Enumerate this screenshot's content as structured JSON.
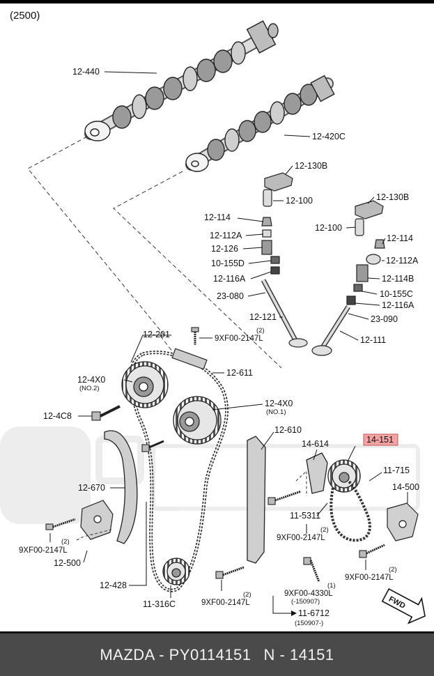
{
  "header": {
    "variant": "(2500)"
  },
  "parts": {
    "camshaft_exhaust": "12-440",
    "camshaft_intake": "12-420C",
    "rocker_arm_a": "12-130B",
    "rocker_arm_b": "12-130B",
    "lash_adjuster_a": "12-100",
    "lash_adjuster_b": "12-100",
    "valve_stem_seal_a": "12-114",
    "valve_stem_seal_b": "12-114",
    "spring_seat_upper_a": "12-112A",
    "spring_seat_upper_b": "12-112A",
    "valve_spring": "12-126",
    "valve_spring_b": "12-114B",
    "valve_keeper_a": "10-155D",
    "valve_keeper_b": "10-155C",
    "spring_seat_lower_a": "12-116A",
    "spring_seat_lower_b": "12-116A",
    "valve_exhaust": "23-080",
    "valve_exhaust_b": "23-090",
    "valve_intake": "12-121",
    "valve_intake_b": "12-111",
    "timing_chain": "12-201",
    "chain_guide_upper": "12-611",
    "vvt_sprocket_no2": "12-4X0",
    "vvt_sprocket_no2_note": "(NO.2)",
    "vvt_sprocket_no1": "12-4X0",
    "vvt_sprocket_no1_note": "(NO.1)",
    "sprocket_bolt": "12-4C8",
    "chain_guide_front": "12-610",
    "oil_pump_chain_guide": "14-614",
    "oil_pump_sprocket": "14-151",
    "oil_pump_chain": "11-715",
    "oil_pump_chain_tensioner": "14-500",
    "tensioner_arm": "12-670",
    "chain_tensioner": "12-500",
    "tensioner_lever": "12-428",
    "crankshaft_sprocket": "11-316C",
    "oil_pump_shaft": "11-5311",
    "key_ref": "11-6712",
    "key_ref_note": "(150907-)"
  },
  "bolts": {
    "b_top": {
      "code": "9XF00-2147L",
      "qty": "(2)"
    },
    "b_left": {
      "code": "9XF00-2147L",
      "qty": "(2)"
    },
    "b_bottom": {
      "code": "9XF00-2147L",
      "qty": "(2)"
    },
    "b_mid": {
      "code": "9XF00-2147L",
      "qty": "(2)"
    },
    "b_right": {
      "code": "9XF00-2147L",
      "qty": "(2)"
    },
    "b_center": {
      "code": "9XF00-4330L",
      "qty": "(1)",
      "note": "(-150907)"
    }
  },
  "highlight": {
    "part": "14-151",
    "color": "#f4a3a3"
  },
  "fwd_label": "FWD",
  "footer": {
    "brand": "MAZDA - PY0114151",
    "code": "N - 14151"
  }
}
